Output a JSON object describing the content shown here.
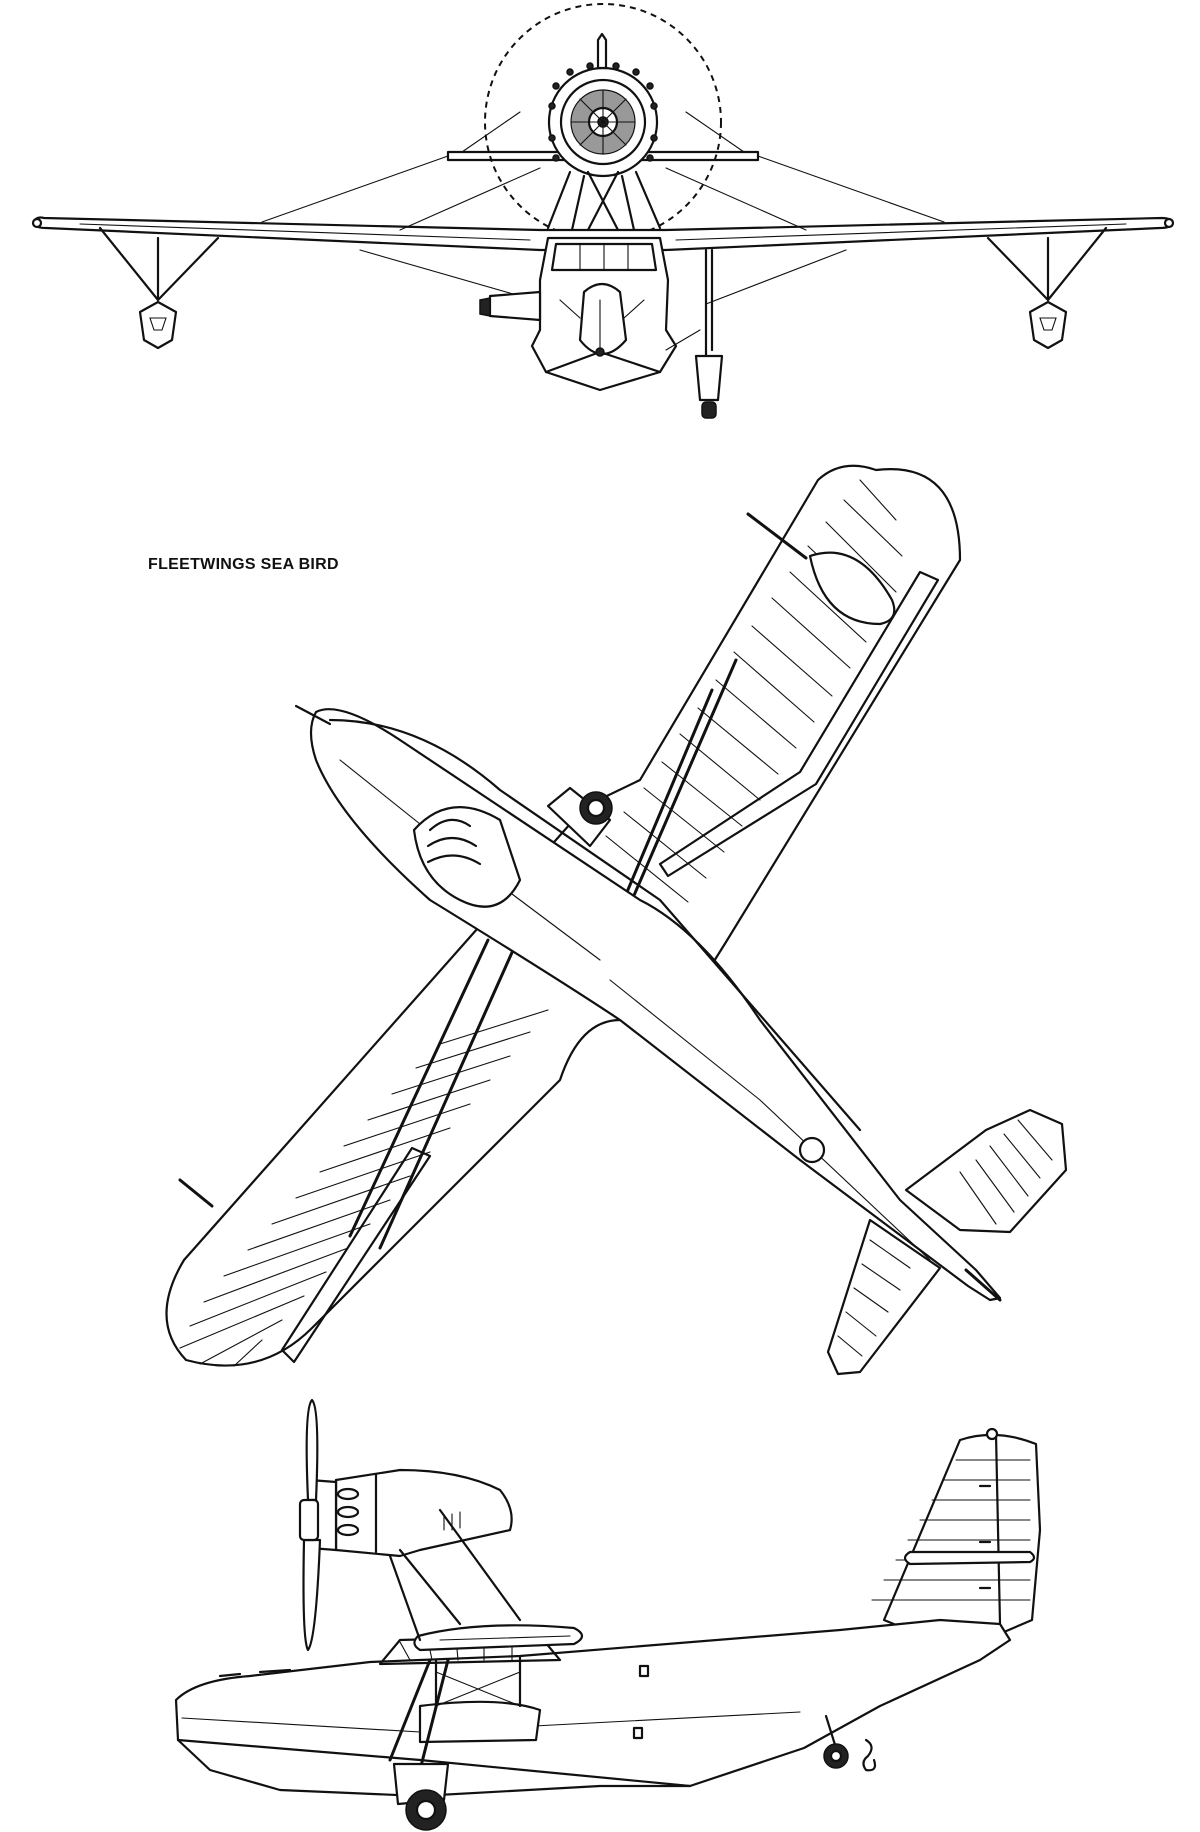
{
  "drawing": {
    "title": "FLEETWINGS SEA BIRD",
    "views": [
      "front",
      "top",
      "side"
    ],
    "line_color": "#111111",
    "background_color": "#ffffff"
  }
}
